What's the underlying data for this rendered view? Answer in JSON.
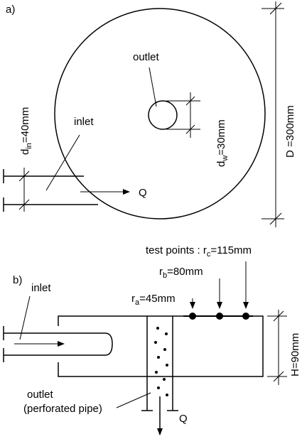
{
  "panel_a": {
    "label": "a)",
    "outlet_label": "outlet",
    "inlet_label": "inlet",
    "flow_label": "Q",
    "din": {
      "symbol": "d",
      "sub": "in",
      "value": "=40mm"
    },
    "dw": {
      "symbol": "d",
      "sub": "w",
      "value": "=30mm"
    },
    "D": {
      "text": "D =300mm"
    }
  },
  "panel_b": {
    "label": "b)",
    "inlet_label": "inlet",
    "test_points": {
      "prefix": "test points : r",
      "sub": "c",
      "value": "=115mm"
    },
    "rb": {
      "symbol": "r",
      "sub": "b",
      "value": "=80mm"
    },
    "ra": {
      "symbol": "r",
      "sub": "a",
      "value": "=45mm"
    },
    "H": {
      "text": "H=90mm"
    },
    "outlet_line1": "outlet",
    "outlet_line2": "(perforated pipe)",
    "flow_label": "Q"
  }
}
